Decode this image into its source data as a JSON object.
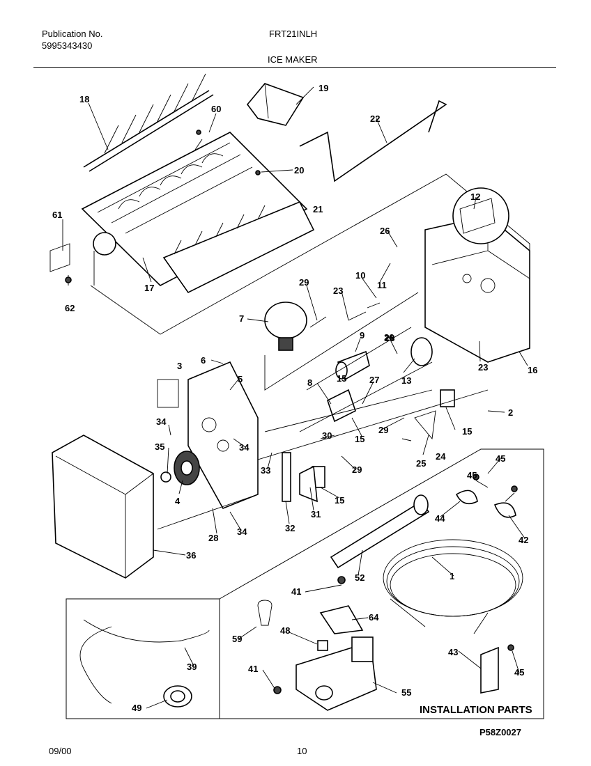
{
  "header": {
    "publication_label": "Publication No.",
    "publication_number": "5995343430",
    "model": "FRT21INLH",
    "section_title": "ICE MAKER"
  },
  "footer": {
    "date": "09/00",
    "page": "10"
  },
  "diagram": {
    "drawing_code": "P58Z0027",
    "installation_label": "INSTALLATION PARTS",
    "callouts": [
      "1",
      "2",
      "3",
      "4",
      "5",
      "6",
      "7",
      "8",
      "9",
      "10",
      "11",
      "12",
      "13",
      "15",
      "15",
      "15",
      "15",
      "16",
      "17",
      "18",
      "19",
      "20",
      "21",
      "22",
      "23",
      "23",
      "24",
      "25",
      "26",
      "26",
      "27",
      "28",
      "28",
      "29",
      "29",
      "29",
      "30",
      "31",
      "32",
      "33",
      "34",
      "34",
      "34",
      "35",
      "36",
      "39",
      "41",
      "41",
      "42",
      "43",
      "44",
      "45",
      "45",
      "45",
      "48",
      "49",
      "52",
      "55",
      "59",
      "60",
      "61",
      "62",
      "64"
    ]
  }
}
